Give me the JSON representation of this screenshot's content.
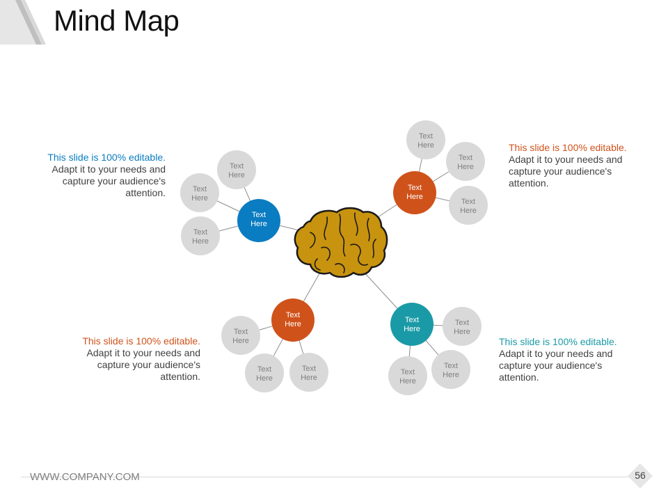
{
  "slide": {
    "title": "Mind Map",
    "footer_url": "WWW.COMPANY.COM",
    "page_number": "56"
  },
  "colors": {
    "blue": "#0a7cc1",
    "orange": "#d0521b",
    "teal": "#1a9aa6",
    "grey_node": "#d9d9d9",
    "brain_fill": "#c8930e",
    "brain_outline": "#1a1a1a",
    "connector": "#8c8c8c"
  },
  "center": {
    "icon": "brain-icon"
  },
  "hubs": [
    {
      "label_line1": "Text",
      "label_line2": "Here",
      "color": "#0a7cc1",
      "satellites": [
        {
          "label_line1": "Text",
          "label_line2": "Here"
        },
        {
          "label_line1": "Text",
          "label_line2": "Here"
        },
        {
          "label_line1": "Text",
          "label_line2": "Here"
        }
      ]
    },
    {
      "label_line1": "Text",
      "label_line2": "Here",
      "color": "#d0521b",
      "satellites": [
        {
          "label_line1": "Text",
          "label_line2": "Here"
        },
        {
          "label_line1": "Text",
          "label_line2": "Here"
        },
        {
          "label_line1": "Text",
          "label_line2": "Here"
        }
      ]
    },
    {
      "label_line1": "Text",
      "label_line2": "Here",
      "color": "#d0521b",
      "satellites": [
        {
          "label_line1": "Text",
          "label_line2": "Here"
        },
        {
          "label_line1": "Text",
          "label_line2": "Here"
        },
        {
          "label_line1": "Text",
          "label_line2": "Here"
        }
      ]
    },
    {
      "label_line1": "Text",
      "label_line2": "Here",
      "color": "#1a9aa6",
      "satellites": [
        {
          "label_line1": "Text",
          "label_line2": "Here"
        },
        {
          "label_line1": "Text",
          "label_line2": "Here"
        },
        {
          "label_line1": "Text",
          "label_line2": "Here"
        }
      ]
    }
  ],
  "descriptions": [
    {
      "lead": "This slide is 100% editable.",
      "body": "Adapt it to your needs and capture your audience's attention.",
      "color": "#0a7cc1"
    },
    {
      "lead": "This slide is 100% editable.",
      "body": "Adapt it to your needs and capture your audience's attention.",
      "color": "#d0521b"
    },
    {
      "lead": "This slide is 100% editable.",
      "body": "Adapt it to your needs and capture your audience's attention.",
      "color": "#d0521b"
    },
    {
      "lead": "This slide is 100% editable.",
      "body": "Adapt it to your needs and capture your audience's attention.",
      "color": "#1a9aa6"
    }
  ]
}
